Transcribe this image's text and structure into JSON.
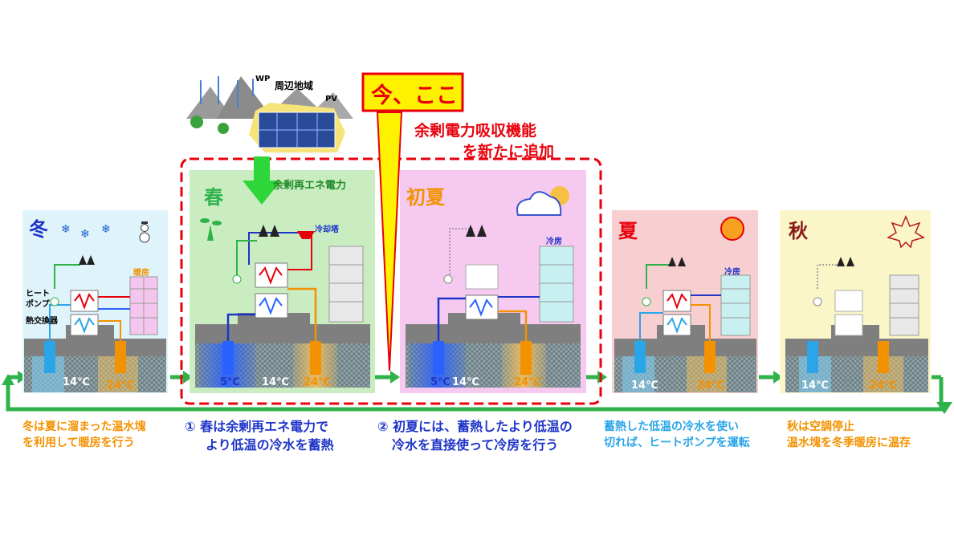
{
  "top": {
    "wp_label": "WP",
    "region_label": "周辺地域",
    "pv_label": "PV",
    "now_label": "今、ここ",
    "new_feature_line1": "余剰電力吸収機能",
    "new_feature_line2": "を新たに追加",
    "surplus_label": "余剰再エネ電力"
  },
  "panels": {
    "winter": {
      "title": "冬",
      "heating": "暖房",
      "heatpump_line1": "ヒート",
      "heatpump_line2": "ポンプ",
      "exchanger": "熱交換器",
      "temp_cold": "14℃",
      "temp_warm": "24℃",
      "caption_line1": "冬は夏に溜まった温水塊",
      "caption_line2": "を利用して暖房を行う"
    },
    "spring": {
      "title": "春",
      "cooling_tower": "冷却塔",
      "temp_cold1": "5℃",
      "temp_cold2": "14℃",
      "temp_warm": "24℃",
      "caption_line1": "① 春は余剰再エネ電力で",
      "caption_line2": "より低温の冷水を蓄熱"
    },
    "early_summer": {
      "title": "初夏",
      "cooling": "冷房",
      "temp_cold1": "5℃",
      "temp_cold2": "14℃",
      "temp_warm": "24℃",
      "caption_line1": "② 初夏には、蓄熱したより低温の",
      "caption_line2": "冷水を直接使って冷房を行う"
    },
    "summer": {
      "title": "夏",
      "cooling": "冷房",
      "temp_cold": "14℃",
      "temp_warm": "24℃",
      "caption_line1": "蓄熱した低温の冷水を使い",
      "caption_line2": "切れば、ヒートポンプを運転"
    },
    "autumn": {
      "title": "秋",
      "temp_cold": "14℃",
      "temp_warm": "24℃",
      "caption_line1": "秋は空調停止",
      "caption_line2": "温水塊を冬季暖房に温存"
    }
  },
  "colors": {
    "winter_bg": "#dff3fb",
    "spring_bg": "#c9ecc0",
    "early_summer_bg": "#f5c9f0",
    "summer_bg": "#f8cfd0",
    "autumn_bg": "#fbf6c8",
    "cycle_green": "#2fb24a",
    "red": "#e8000b",
    "blue": "#1f35c8",
    "orange": "#f39200",
    "brown": "#8b1a1a"
  }
}
